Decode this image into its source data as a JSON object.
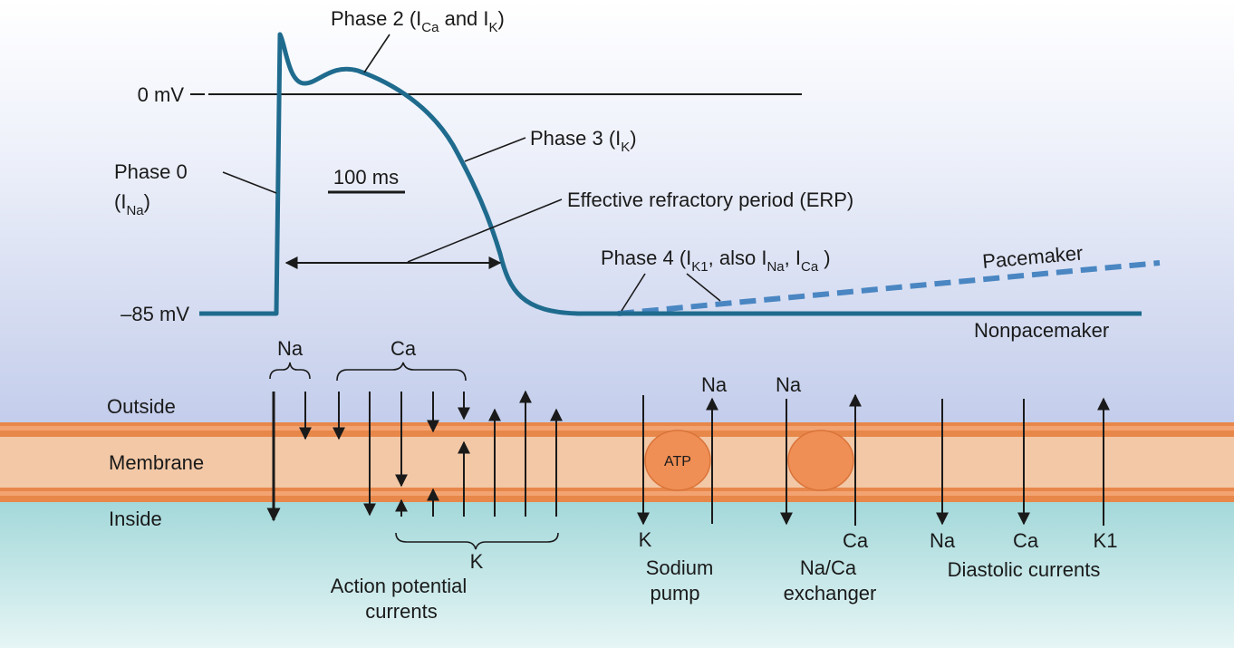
{
  "colors": {
    "ap_curve": "#1f6b8e",
    "pacemaker_dashed": "#4a86c2",
    "membrane_band": "#f3c8a6",
    "membrane_edge": "#e88a4a",
    "pump_fill": "#f08f55",
    "outside_bg_top": "#ffffff",
    "outside_bg_bottom": "#c8d2ee",
    "inside_bg": "#a7dcdc"
  },
  "graph": {
    "zero_label": "0 mV",
    "rest_label": "–85 mV",
    "scale_label": "100 ms",
    "phase0": {
      "line1": "Phase 0",
      "open": "(I",
      "sub": "Na",
      "close": ")"
    },
    "phase2": {
      "t1": "Phase 2 (I",
      "s1": "Ca",
      "t2": " and I",
      "s2": "K",
      "t3": ")"
    },
    "phase3": {
      "t1": "Phase 3 (I",
      "s1": "K",
      "t2": ")"
    },
    "erp": "Effective refractory period (ERP)",
    "phase4": {
      "t1": "Phase 4 (I",
      "s1": "K1",
      "t2": ", also I",
      "s2": "Na",
      "t3": ", I",
      "s3": "Ca",
      "t4": " )"
    },
    "pacemaker": "Pacemaker",
    "nonpacemaker": "Nonpacemaker"
  },
  "membrane": {
    "outside": "Outside",
    "membrane": "Membrane",
    "inside": "Inside",
    "na_top": "Na",
    "ca_top": "Ca",
    "k_bottom": "K",
    "ap_currents_1": "Action potential",
    "ap_currents_2": "currents",
    "atp": "ATP",
    "pump_na": "Na",
    "pump_k": "K",
    "pump_1": "Sodium",
    "pump_2": "pump",
    "exch_na": "Na",
    "exch_ca": "Ca",
    "exch_1": "Na/Ca",
    "exch_2": "exchanger",
    "diast_na": "Na",
    "diast_ca": "Ca",
    "diast_k1": "K1",
    "diast_label": "Diastolic currents"
  }
}
